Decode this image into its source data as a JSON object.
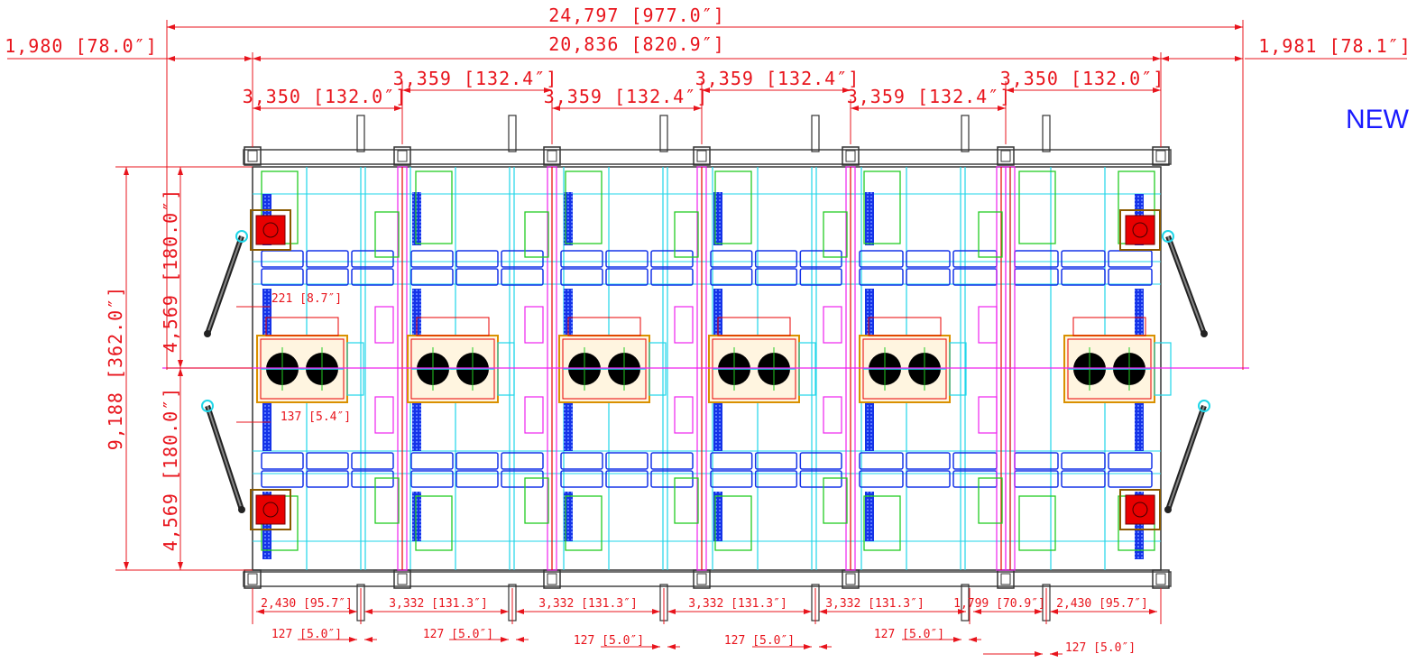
{
  "drawing": {
    "stamp_text": "NEW",
    "colors": {
      "dimension": "#e8141c",
      "frame": "#1fd6e8",
      "conveyor": "#1533e8",
      "magenta": "#ee22ee",
      "green": "#22cc22",
      "motor_red": "#e80000",
      "background": "#ffffff"
    },
    "dimensions_top": {
      "overall_length": "24,797 [977.0″]",
      "inner_length": "20,836 [820.9″]",
      "left_overhang": "1,980 [78.0″]",
      "right_overhang": "1,981 [78.1″]",
      "spans": [
        "3,350 [132.0″]",
        "3,359 [132.4″]",
        "3,359 [132.4″]",
        "3,359 [132.4″]",
        "3,359 [132.4″]",
        "3,350 [132.0″]"
      ]
    },
    "dimensions_left": {
      "total_width": "9,188 [362.0″]",
      "upper_half": "4,569 [180.0″]",
      "lower_half": "4,569 [180.0″]",
      "inner_offset_a": "221 [8.7″]",
      "inner_offset_b": "137 [5.4″]"
    },
    "dimensions_bottom": {
      "segments": [
        "2,430 [95.7″]",
        "3,332 [131.3″]",
        "3,332 [131.3″]",
        "3,332 [131.3″]",
        "3,332 [131.3″]",
        "1,799 [70.9″]",
        "2,430 [95.7″]"
      ],
      "post_widths": [
        "127 [5.0″]",
        "127 [5.0″]",
        "127 [5.0″]",
        "127 [5.0″]",
        "127 [5.0″]",
        "127 [5.0″]"
      ]
    }
  }
}
